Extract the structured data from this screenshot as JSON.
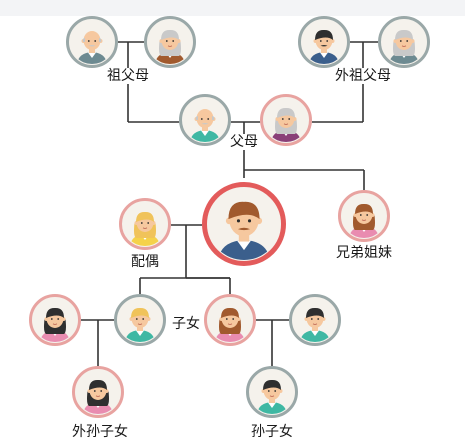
{
  "colors": {
    "line": "#333333",
    "ring_grey": "#9aa8a8",
    "ring_pink": "#e8a3a0",
    "ring_self": "#e35b5b",
    "disc_fill": "#f5f2ec",
    "skin": "#f6c89f",
    "grey_hair": "#c9c9c9",
    "dark_hair": "#2f2f2f",
    "brown_hair": "#a15a2e",
    "blonde_hair": "#f0c35a",
    "shirt_blue": "#3b5f8c",
    "shirt_teal": "#3fb8a3",
    "shirt_pink": "#e98cb0",
    "shirt_purple": "#8a3f78",
    "shirt_grey": "#6d8a91"
  },
  "labels": {
    "grandparents": "祖父母",
    "maternal_grandparents": "外祖父母",
    "parents": "父母",
    "spouse": "配偶",
    "siblings": "兄弟姐妹",
    "children": "子女",
    "daughters_children": "外孙子女",
    "sons_children": "孙子女"
  },
  "people": {
    "grandfather": {
      "icon": "old-man-icon"
    },
    "grandmother": {
      "icon": "old-woman-icon"
    },
    "maternal_grandfather": {
      "icon": "old-man-icon"
    },
    "maternal_grandmother": {
      "icon": "old-woman-icon"
    },
    "father": {
      "icon": "bald-man-icon"
    },
    "mother": {
      "icon": "grey-haired-woman-icon"
    },
    "self": {
      "icon": "man-icon"
    },
    "spouse": {
      "icon": "blonde-woman-icon"
    },
    "sibling": {
      "icon": "red-haired-woman-icon"
    },
    "daughter": {
      "icon": "girl-icon"
    },
    "son": {
      "icon": "boy-icon"
    },
    "daughter2": {
      "icon": "girl-icon"
    },
    "son_in_law": {
      "icon": "boy-icon"
    },
    "grandchild_via_daughter": {
      "icon": "girl-icon"
    },
    "grandchild_via_son": {
      "icon": "boy-icon"
    }
  }
}
